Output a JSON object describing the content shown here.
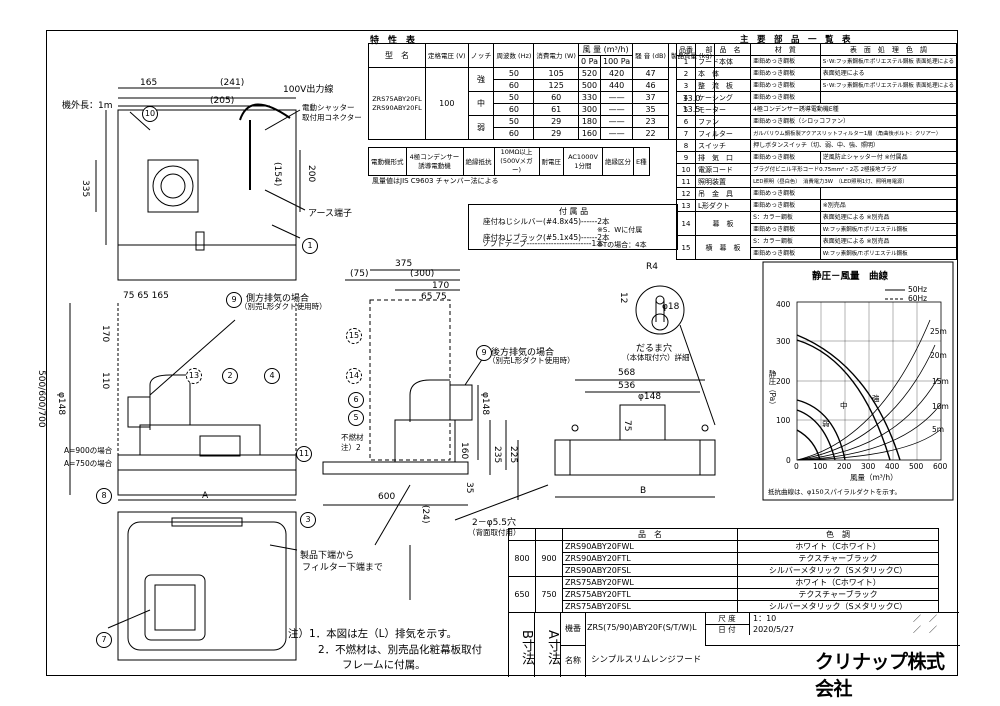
{
  "spec": {
    "title": "特　性　表",
    "head": [
      "型　名",
      "定格電圧 (V)",
      "ノッチ",
      "周波数 (Hz)",
      "消費電力 (W)",
      "風 量 (m³/h)",
      "騒 音 (dB)",
      "製品質量 (kg)"
    ],
    "airflow_sub": [
      "0 Pa",
      "100 Pa"
    ],
    "models": [
      "ZRS75ABY20FL",
      "ZRS90ABY20FL"
    ],
    "voltage": "100",
    "notches": [
      "強",
      "中",
      "弱"
    ],
    "rows": [
      [
        "50",
        "105",
        "520",
        "420",
        "47"
      ],
      [
        "60",
        "125",
        "500",
        "440",
        "46"
      ],
      [
        "50",
        "60",
        "330",
        "——",
        "37"
      ],
      [
        "60",
        "61",
        "300",
        "——",
        "35"
      ],
      [
        "50",
        "29",
        "180",
        "——",
        "23"
      ],
      [
        "60",
        "29",
        "160",
        "——",
        "22"
      ]
    ],
    "weights": [
      "13.0",
      "13.5"
    ],
    "motor_label": "電動機形式",
    "motor_value": "4極コンデンサー誘導電動機",
    "insul_label": "絶縁抵抗",
    "insul_value": "10MΩ以上 (500Vメガー)",
    "withstand_label": "耐電圧",
    "withstand_value": "AC1000V 1分間",
    "class_label": "絶縁区分",
    "class_value": "E種",
    "note": "風量値はJIS C9603 チャンバー法による"
  },
  "accessories": {
    "title": "付 属 品",
    "items": [
      "座付ねじシルバー(#4.8x45)------2本",
      "※S．Wに付属",
      "座付ねじブラック(#5.1x45)------2本",
      "※Tの場合：4本",
      "ソフトテープ------------------------1本"
    ]
  },
  "parts": {
    "title": "主　要　部　品　一　覧　表",
    "head": [
      "品番",
      "部　品　名",
      "材　質",
      "表　面　処　理　色　調"
    ],
    "rows": [
      [
        "1",
        "フード本体",
        "亜鉛めっき鋼板",
        "S･W:フッ素鋼板/T:ポリエステル鋼板 表面処理による"
      ],
      [
        "2",
        "本　体",
        "亜鉛めっき鋼板",
        "表面処理による"
      ],
      [
        "3",
        "整　流　板",
        "亜鉛めっき鋼板",
        "S･W:フッ素鋼板/T:ポリエステル鋼板 表面処理による"
      ],
      [
        "4",
        "ケーシング",
        "亜鉛めっき鋼板",
        ""
      ],
      [
        "5",
        "モーター",
        "4極コンデンサー誘導電動機E種",
        ""
      ],
      [
        "6",
        "ファン",
        "亜鉛めっき鋼板（シロッコファン）",
        ""
      ],
      [
        "7",
        "フィルター",
        "ガルバリウム鋼板製アクアスリットフィルター1層（角曲後ボルト：クリアー）",
        ""
      ],
      [
        "8",
        "スイッチ",
        "押しボタンスイッチ（切、弱、中、強、照明）",
        ""
      ],
      [
        "9",
        "排　気　口",
        "亜鉛めっき鋼板",
        "逆風防止シャッター付 ※付属品"
      ],
      [
        "10",
        "電源コード",
        "ブラグ付ビニル平形コード0.75mm²・2芯 2極接地ブラグ",
        ""
      ],
      [
        "11",
        "照明装置",
        "LED照明（昼白色）　消費電力3W　（LED照明1灯、照明用電源）",
        ""
      ],
      [
        "12",
        "吊　金　具",
        "亜鉛めっき鋼板",
        ""
      ],
      [
        "13",
        "L形ダクト",
        "亜鉛めっき鋼板",
        "※別売品"
      ]
    ],
    "row14": {
      "no": "14",
      "name": "幕　板",
      "mat1": "S：カラー鋼板",
      "fin1": "表面処理による ※別売品",
      "mat2": "亜鉛めっき鋼板",
      "fin2": "W:フッ素鋼板/T:ポリエステル鋼板"
    },
    "row15": {
      "no": "15",
      "name": "横　幕　板",
      "mat1": "S：カラー鋼板",
      "fin1": "表面処理による ※別売品",
      "mat2": "亜鉛めっき鋼板",
      "fin2": "W:フッ素鋼板/T:ポリエステル鋼板"
    }
  },
  "graph": {
    "title": "静圧－風量　曲線",
    "legend": [
      "50Hz",
      "60Hz"
    ],
    "ylabel": "静圧（Pa）",
    "xlabel": "風量（m³/h）",
    "yticks": [
      "400",
      "300",
      "200",
      "100",
      "0"
    ],
    "xticks": [
      "0",
      "100",
      "200",
      "300",
      "400",
      "500",
      "600"
    ],
    "duct_labels": [
      "25m",
      "20m",
      "15m",
      "10m",
      "5m"
    ],
    "notch_labels": [
      "弱",
      "中",
      "強"
    ],
    "note": "抵抗曲線は、φ150スパイラルダクトを示す。"
  },
  "models_table": {
    "head": [
      "品　名",
      "色　調"
    ],
    "col_b": [
      "800",
      "650"
    ],
    "col_a": [
      "900",
      "750"
    ],
    "rows": [
      [
        "ZRS90ABY20FWL",
        "ホワイト（Cホワイト）"
      ],
      [
        "ZRS90ABY20FTL",
        "テクスチャーブラック"
      ],
      [
        "ZRS90ABY20FSL",
        "シルバーメタリック（SメタリックC）"
      ],
      [
        "ZRS75ABY20FWL",
        "ホワイト（Cホワイト）"
      ],
      [
        "ZRS75ABY20FTL",
        "テクスチャーブラック"
      ],
      [
        "ZRS75ABY20FSL",
        "シルバーメタリック（SメタリックC）"
      ]
    ]
  },
  "titleblock": {
    "b_label": "B寸法",
    "a_label": "A寸法",
    "kiban": "機番",
    "model_code": "ZRS(75/90)ABY20F(S/T/W)L",
    "meisho": "名称",
    "product_name": "シンプルスリムレンジフード",
    "scale_label": "尺 度",
    "scale": "1：10",
    "date_label": "日 付",
    "date": "2020/5/27",
    "slashes": "／　／",
    "company": "クリナップ株式会社"
  },
  "notes": {
    "n1": "注）1．本図は左（L）排気を示す。",
    "n2": "2．不燃材は、別売品化粧幕板取付",
    "n3": "フレームに付属。"
  },
  "drawing": {
    "dims_top": [
      "165",
      "(241)",
      "(205)"
    ],
    "cable": "機外長：1m",
    "out100": "100V出力線",
    "shutter": "電動シャッター",
    "connector": "取付用コネクター",
    "earth": "アース端子",
    "d335": "335",
    "d154": "(154)",
    "d200": "200",
    "d75_65_165": "75 65 165",
    "side_exh": "側方排気の場合",
    "side_exh2": "（別売L形ダクト使用時）",
    "d170": "170",
    "d110": "110",
    "d148": "φ148",
    "d500": "500/600/700",
    "a900": "A=900の場合",
    "a750": "A=750の場合",
    "A": "A",
    "d375": "375",
    "d75": "(75)",
    "d300": "(300)",
    "d170b": "170",
    "d6575": "65 75",
    "rear_exh": "後方排気の場合",
    "rear_exh2": "（別売L形ダクト使用時）",
    "d148b": "φ148",
    "d160": "160",
    "d235": "235",
    "d225": "225",
    "d35": "35",
    "d600": "600",
    "d24": "(24)",
    "funen": "不燃材",
    "note2": "注）2",
    "holes": "2－φ5.5穴",
    "holes2": "（背面取付用）",
    "bottom_note1": "製品下端から",
    "bottom_note2": "フィルター下端まで",
    "d568": "568",
    "d536": "536",
    "d148c": "φ148",
    "d75c": "75",
    "B": "B",
    "r4": "R4",
    "d12": "12",
    "d18": "φ18",
    "daruma": "だるま穴",
    "daruma2": "（本体取付穴）詳細"
  }
}
